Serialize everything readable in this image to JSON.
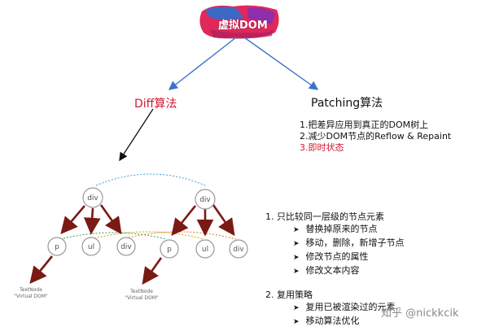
{
  "root_label": "虚拟DOM",
  "branches": {
    "diff": "Diff算法",
    "patching": "Patching算法"
  },
  "patching_items": [
    "1.把差异应用到真正的DOM树上",
    "2.减少DOM节点的Reflow & Repaint",
    "3.即时状态"
  ],
  "tree": {
    "nodes": [
      "div",
      "div",
      "p",
      "ul",
      "div",
      "p",
      "ul",
      "div"
    ],
    "text_nodes": [
      {
        "line1": "TextNode",
        "line2": "\"Virtual DOM\""
      },
      {
        "line1": "TextNode",
        "line2": "\"Virtual DOM\""
      }
    ]
  },
  "rules": {
    "heading1": "1. 只比较同一层级的节点元素",
    "items1": [
      "替换掉原来的节点",
      "移动，删除，新增子节点",
      "修改节点的属性",
      "修改文本内容"
    ],
    "heading2": "2. 复用策略",
    "items2": [
      "复用已被渲染过的元素",
      "移动算法优化"
    ]
  },
  "watermark": "知乎 @nickkcik",
  "colors": {
    "accent_red": "#d0182f",
    "tree_arrow": "#7a1a14",
    "node_border": "#999999",
    "connector_blue": "#3a74c9"
  }
}
